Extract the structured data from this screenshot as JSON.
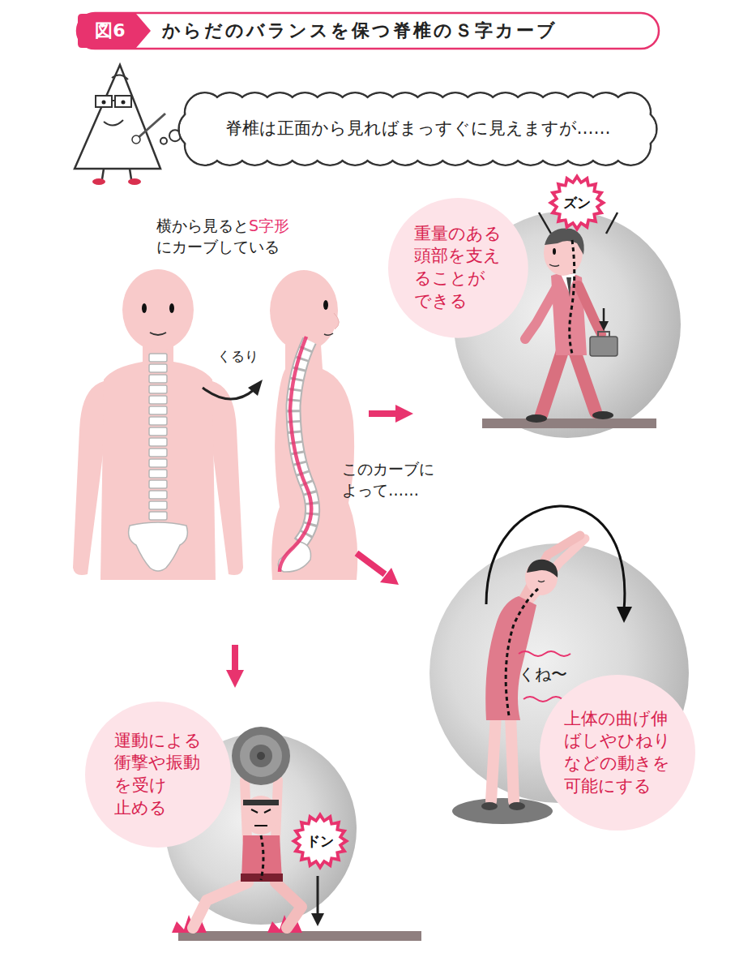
{
  "diagram": {
    "title": "からだのバランスを保つ脊椎のＳ字カーブ",
    "nodes": [
      {
        "text": [
          "脊椎は正面から見ればまっすぐに見えますが……"
        ]
      },
      {
        "text": [
          "ズン"
        ]
      },
      {
        "text": [
          "重量のある 頭部を支え ることが できる"
        ]
      },
      {
        "text": [
          "上体の曲げ伸 ばしやひねり などの動きを 可能にする"
        ]
      },
      {
        "text": [
          "運動による 衝撃や振動 を受け 止める"
        ]
      },
      {
        "text": [
          "ドン"
        ]
      }
    ],
    "labels": [
      "図6",
      "横から見ると",
      "S字形",
      "にカーブしている",
      "くるり",
      "このカーブに よって……",
      "くね〜"
    ]
  }
}
